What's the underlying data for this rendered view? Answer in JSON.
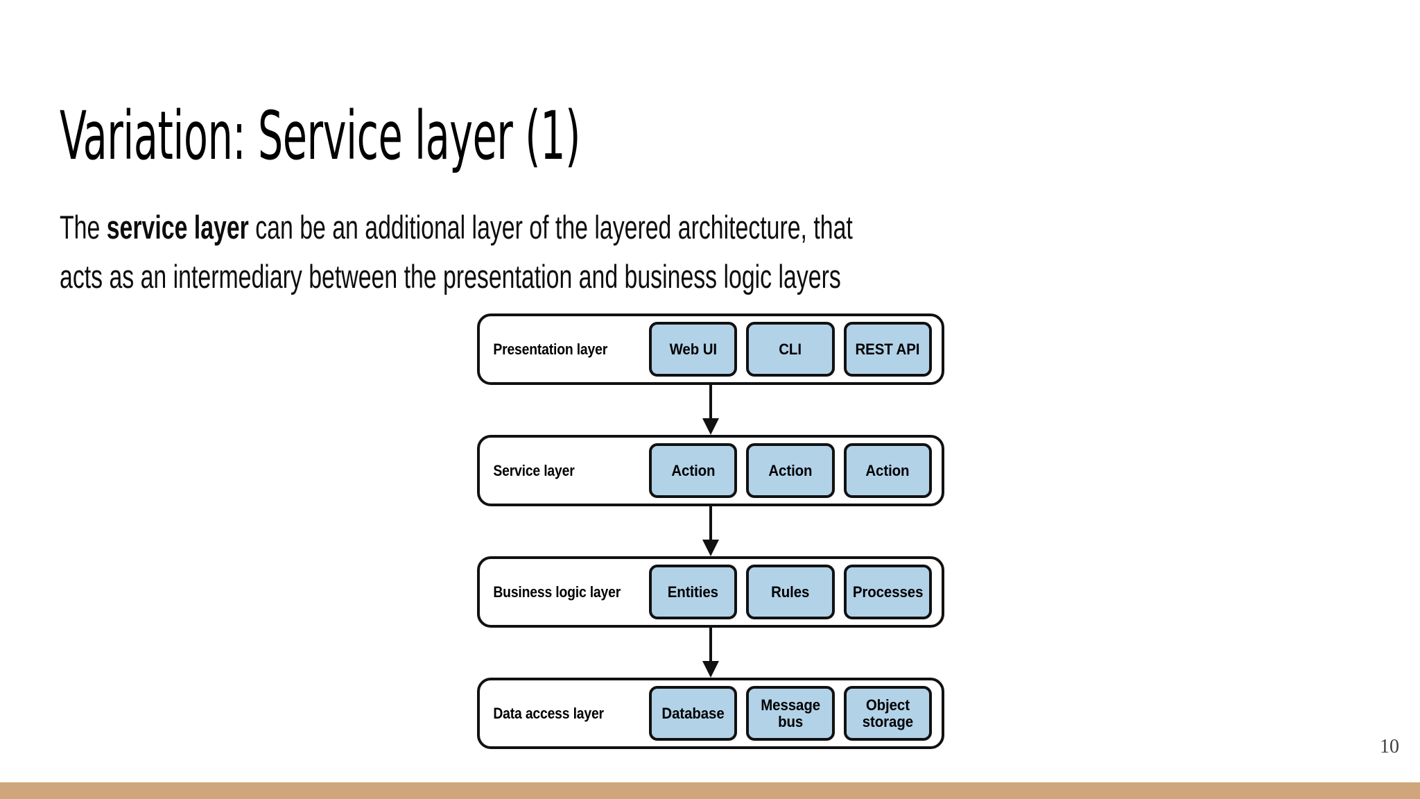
{
  "slide": {
    "title": "Variation: Service layer (1)",
    "page_number": "10",
    "accent_color": "#cfa67b",
    "background_color": "#ffffff"
  },
  "body": {
    "line1_pre": "The ",
    "line1_emphasis": "service layer",
    "line1_post": " can be an additional layer of the layered architecture, that",
    "line2": "acts as an intermediary between the presentation and business logic layers"
  },
  "diagram": {
    "type": "layered-architecture",
    "box_fill_color": "#b2d2e8",
    "border_color": "#111111",
    "layers": [
      {
        "label": "Presentation layer",
        "units": [
          "Web UI",
          "CLI",
          "REST API"
        ]
      },
      {
        "label": "Service layer",
        "units": [
          "Action",
          "Action",
          "Action"
        ]
      },
      {
        "label": "Business logic layer",
        "units": [
          "Entities",
          "Rules",
          "Processes"
        ]
      },
      {
        "label": "Data access layer",
        "units": [
          "Database",
          "Message\nbus",
          "Object\nstorage"
        ]
      }
    ],
    "connectors": [
      {
        "from": "Presentation layer",
        "to": "Service layer",
        "direction": "down"
      },
      {
        "from": "Service layer",
        "to": "Business logic layer",
        "direction": "down"
      },
      {
        "from": "Business logic layer",
        "to": "Data access layer",
        "direction": "down"
      }
    ]
  }
}
